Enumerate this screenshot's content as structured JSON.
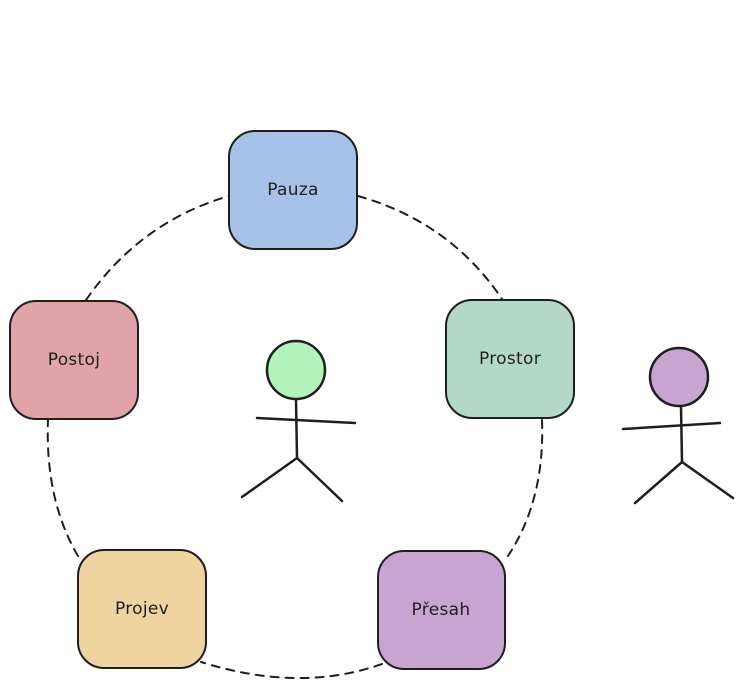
{
  "diagram": {
    "type": "cycle",
    "nodes": [
      {
        "id": "pauza",
        "label": "Pauza",
        "color": "#a8c1e8"
      },
      {
        "id": "prostor",
        "label": "Prostor",
        "color": "#b4d8c8"
      },
      {
        "id": "presah",
        "label": "Přesah",
        "color": "#c8a4d0"
      },
      {
        "id": "projev",
        "label": "Projev",
        "color": "#f0d4a0"
      },
      {
        "id": "postoj",
        "label": "Postoj",
        "color": "#e0a4a8"
      }
    ],
    "edges": [
      {
        "from": "pauza",
        "to": "prostor",
        "style": "dashed"
      },
      {
        "from": "prostor",
        "to": "presah",
        "style": "dashed"
      },
      {
        "from": "presah",
        "to": "projev",
        "style": "dashed"
      },
      {
        "from": "projev",
        "to": "postoj",
        "style": "dashed"
      },
      {
        "from": "postoj",
        "to": "pauza",
        "style": "dashed"
      }
    ],
    "figures": [
      {
        "id": "figure-inside",
        "role": "person inside the cycle",
        "head_color": "#b2f2bb"
      },
      {
        "id": "figure-outside",
        "role": "person outside the cycle",
        "head_color": "#c8a4d0"
      }
    ],
    "stroke_color": "#1e1e1e",
    "background": "#ffffff"
  }
}
